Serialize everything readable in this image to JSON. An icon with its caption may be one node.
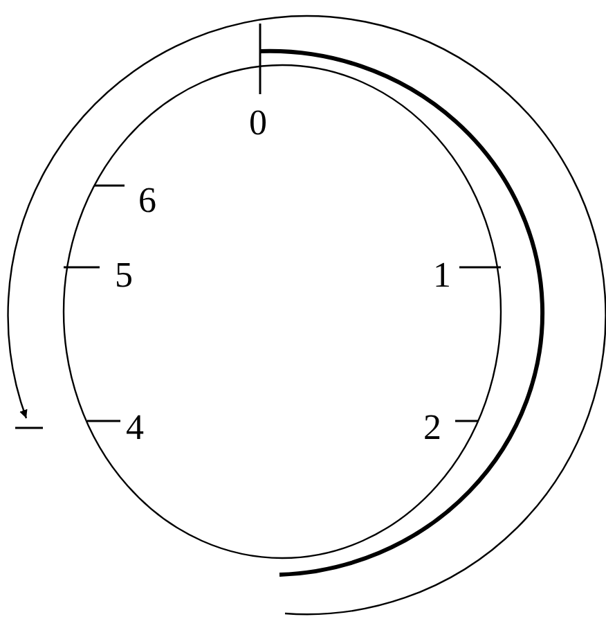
{
  "diagram": {
    "labels": [
      "0",
      "6",
      "5",
      "1",
      "4",
      "2"
    ]
  }
}
